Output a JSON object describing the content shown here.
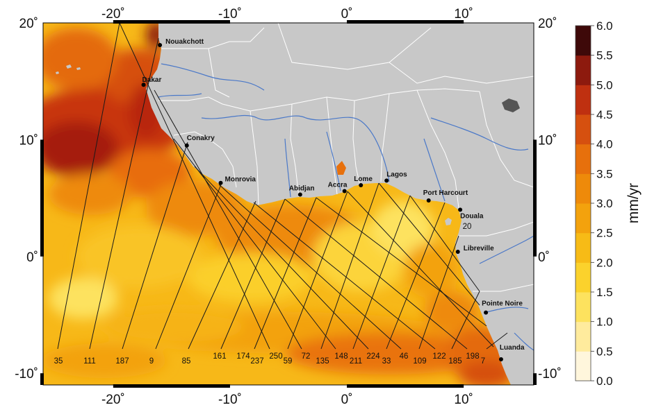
{
  "map": {
    "lon_ticks": [
      {
        "value": -20,
        "label": "-20˚"
      },
      {
        "value": -10,
        "label": "-10˚"
      },
      {
        "value": 0,
        "label": "0˚"
      },
      {
        "value": 10,
        "label": "10˚"
      }
    ],
    "lat_ticks": [
      {
        "value": 20,
        "label": "20˚"
      },
      {
        "value": 10,
        "label": "10˚"
      },
      {
        "value": 0,
        "label": "0˚"
      },
      {
        "value": -10,
        "label": "-10˚"
      }
    ],
    "cities": [
      {
        "name": "Nouakchott",
        "lon": -16.0,
        "lat": 18.1
      },
      {
        "name": "Dakar",
        "lon": -17.4,
        "lat": 14.7
      },
      {
        "name": "Conakry",
        "lon": -13.7,
        "lat": 9.5
      },
      {
        "name": "Monrovia",
        "lon": -10.8,
        "lat": 6.3
      },
      {
        "name": "Abidjan",
        "lon": -4.0,
        "lat": 5.3
      },
      {
        "name": "Accra",
        "lon": -0.2,
        "lat": 5.6
      },
      {
        "name": "Lome",
        "lon": 1.2,
        "lat": 6.1
      },
      {
        "name": "Lagos",
        "lon": 3.4,
        "lat": 6.5
      },
      {
        "name": "Port Harcourt",
        "lon": 7.0,
        "lat": 4.8
      },
      {
        "name": "Douala",
        "lon": 9.7,
        "lat": 4.0
      },
      {
        "name": "Libreville",
        "lon": 9.5,
        "lat": 0.4
      },
      {
        "name": "Pointe Noire",
        "lon": 11.9,
        "lat": -4.8
      },
      {
        "name": "Luanda",
        "lon": 13.2,
        "lat": -8.8
      }
    ],
    "track_numbers": [
      "35",
      "111",
      "187",
      "9",
      "85",
      "161",
      "174",
      "237",
      "250",
      "59",
      "72",
      "135",
      "148",
      "211",
      "224",
      "33",
      "46",
      "109",
      "122",
      "185",
      "198",
      "7",
      "20"
    ],
    "colorbar": {
      "unit": "mm/yr",
      "ticks": [
        "0.0",
        "0.5",
        "1.0",
        "1.5",
        "2.0",
        "2.5",
        "3.0",
        "3.5",
        "4.0",
        "4.5",
        "5.0",
        "5.5",
        "6.0"
      ],
      "colors": [
        "#ffffff",
        "#fff6dc",
        "#ffeb9d",
        "#fde25e",
        "#fbd22c",
        "#f7bb16",
        "#f3a20d",
        "#ee8a0a",
        "#e7700c",
        "#d6500f",
        "#bf3010",
        "#8d1a0e",
        "#3e0909"
      ]
    },
    "colors": {
      "land": "#c8c8c8",
      "ocean_base": "#f7b818",
      "rivers": "#4a78c8",
      "borders": "#ffffff"
    }
  }
}
